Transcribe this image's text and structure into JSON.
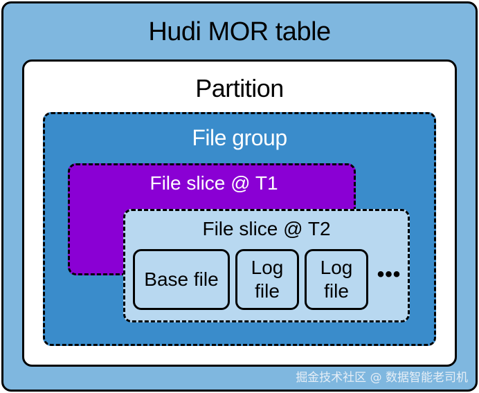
{
  "table": {
    "title": "Hudi MOR table"
  },
  "partition": {
    "title": "Partition"
  },
  "file_group": {
    "title": "File group"
  },
  "file_slice_t1": {
    "title": "File slice @ T1"
  },
  "file_slice_t2": {
    "title": "File slice @ T2",
    "files": [
      {
        "label": "Base file"
      },
      {
        "label": "Log file"
      },
      {
        "label": "Log file"
      }
    ],
    "more": "•••"
  },
  "watermark": "掘金技术社区 @ 数据智能老司机",
  "colors": {
    "table_bg": "#7fb7df",
    "partition_bg": "#ffffff",
    "file_group_bg": "#3a8ccb",
    "file_slice_t1_bg": "#8a00d4",
    "file_slice_t2_bg": "#b8d8f0"
  }
}
